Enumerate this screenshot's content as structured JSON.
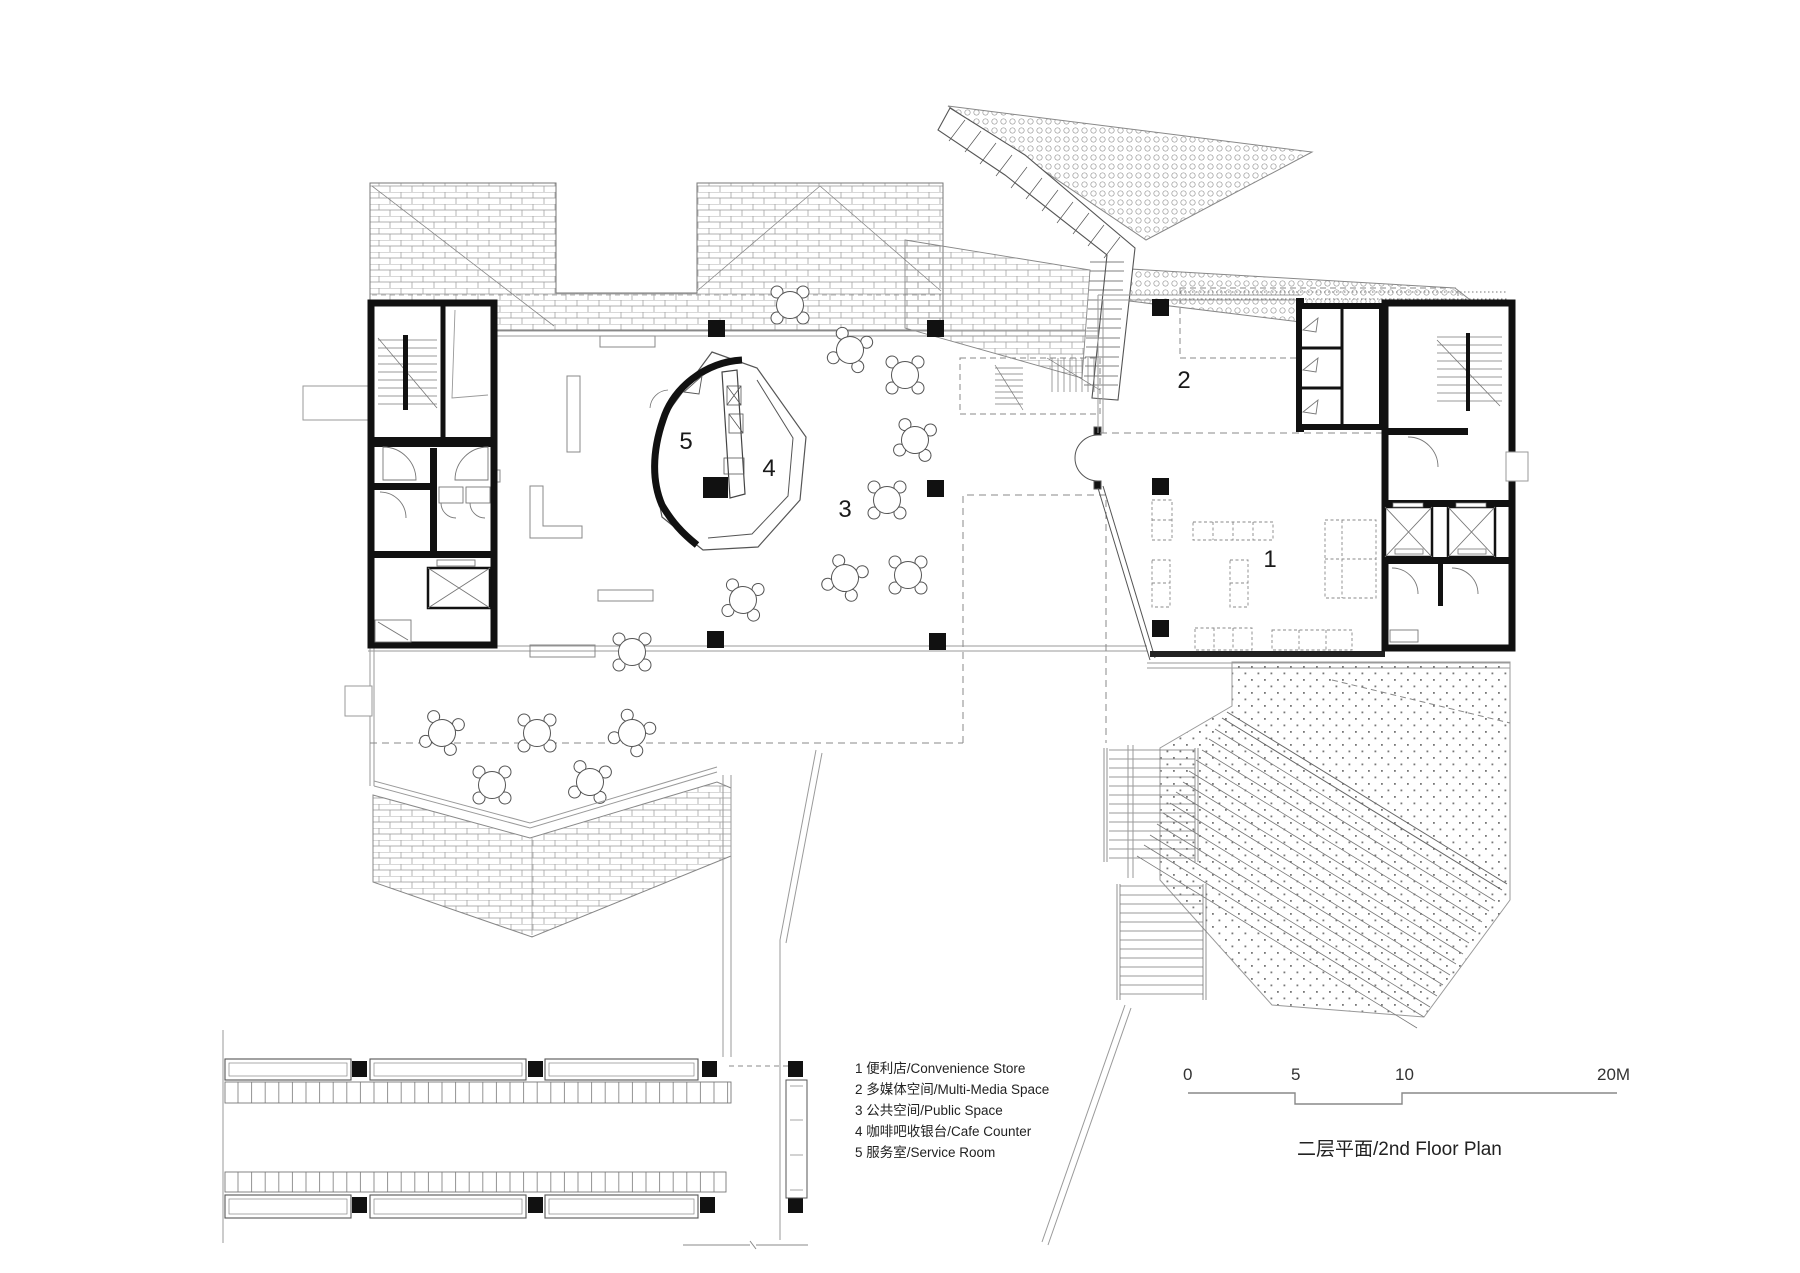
{
  "title": "二层平面/2nd Floor Plan",
  "legend": {
    "items": [
      {
        "text": "1 便利店/Convenience Store"
      },
      {
        "text": "2 多媒体空间/Multi-Media Space"
      },
      {
        "text": "3 公共空间/Public Space"
      },
      {
        "text": "4 咖啡吧收银台/Cafe Counter"
      },
      {
        "text": "5 服务室/Service Room"
      }
    ]
  },
  "scalebar": {
    "labels": [
      "0",
      "5",
      "10",
      "20M"
    ]
  },
  "plan": {
    "labels": [
      {
        "num": "1"
      },
      {
        "num": "2"
      },
      {
        "num": "3"
      },
      {
        "num": "4"
      },
      {
        "num": "5"
      }
    ]
  },
  "colors": {
    "line": "#1a1a1a",
    "wall": "#111111",
    "gray": "#9a9a9a",
    "hatch": "#888888"
  }
}
